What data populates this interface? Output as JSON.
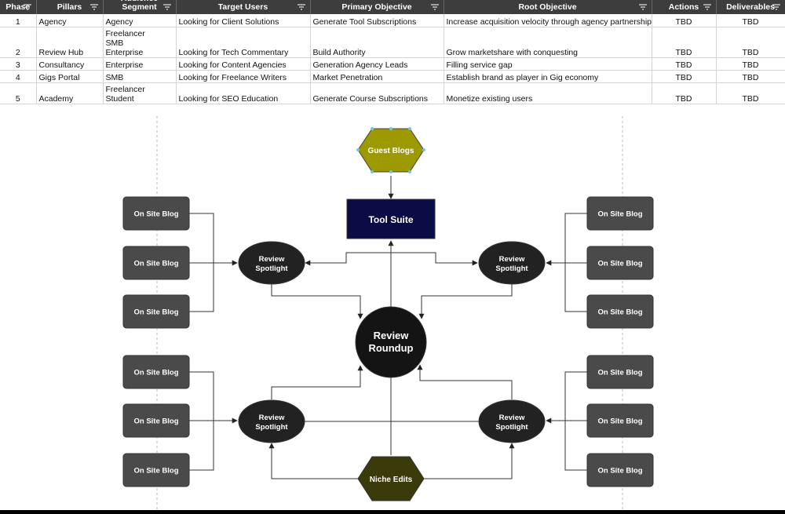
{
  "sheet": {
    "headers": [
      "Phase",
      "Pillars",
      "Audience Segment",
      "Target Users",
      "Primary Objective",
      "Root Objective",
      "Actions",
      "Deliverables"
    ],
    "rows": [
      {
        "phase": "1",
        "pillar": "Agency",
        "segment": [
          "Agency"
        ],
        "users": "Looking for Client Solutions",
        "primary": "Generate Tool Subscriptions",
        "root": "Increase acquisition velocity through agency partnerships",
        "actions": "TBD",
        "deliverables": "TBD"
      },
      {
        "phase": "2",
        "pillar": "Review Hub",
        "segment": [
          "Freelancer",
          "SMB",
          "Enterprise"
        ],
        "users": "Looking for Tech Commentary",
        "primary": "Build Authority",
        "root": "Grow marketshare with conquesting",
        "actions": "TBD",
        "deliverables": "TBD"
      },
      {
        "phase": "3",
        "pillar": "Consultancy",
        "segment": [
          "Enterprise"
        ],
        "users": "Looking for Content Agencies",
        "primary": "Generation Agency Leads",
        "root": "Filling service gap",
        "actions": "TBD",
        "deliverables": "TBD"
      },
      {
        "phase": "4",
        "pillar": "Gigs Portal",
        "segment": [
          "SMB"
        ],
        "users": "Looking for Freelance Writers",
        "primary": "Market Penetration",
        "root": "Establish brand as player in Gig economy",
        "actions": "TBD",
        "deliverables": "TBD"
      },
      {
        "phase": "5",
        "pillar": "Academy",
        "segment": [
          "Freelancer",
          "Student"
        ],
        "users": "Looking for SEO Education",
        "primary": "Generate Course Subscriptions",
        "root": "Monetize existing users",
        "actions": "TBD",
        "deliverables": "TBD"
      }
    ]
  },
  "diagram": {
    "guest_blogs": "Guest Blogs",
    "tool_suite": "Tool Suite",
    "review_roundup": [
      "Review",
      "Roundup"
    ],
    "niche_edits": "Niche Edits",
    "review_spotlight": [
      "Review",
      "Spotlight"
    ],
    "on_site_blog": "On Site Blog",
    "colors": {
      "guest_blogs_fill": "#9c9a00",
      "niche_edits_fill": "#3a3a0a",
      "tool_suite_fill": "#0b0b45",
      "blog_fill": "#4a4a4a",
      "spotlight_fill": "#222222",
      "roundup_fill": "#141414"
    }
  }
}
